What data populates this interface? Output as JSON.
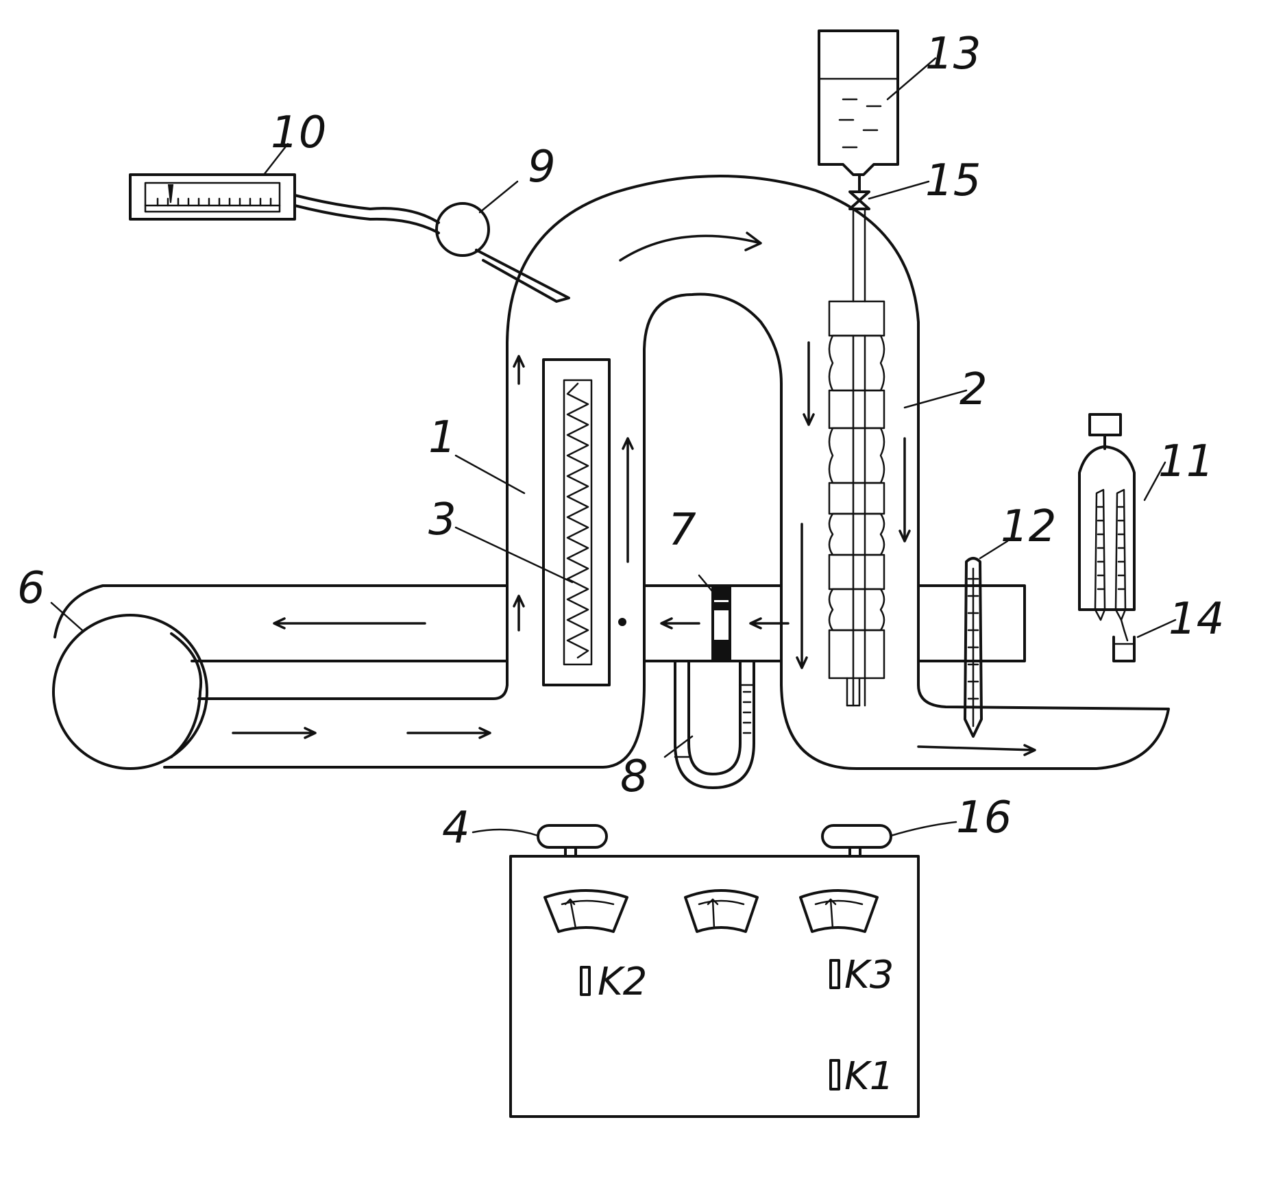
{
  "labels": {
    "l1": "1",
    "l2": "2",
    "l3": "3",
    "l4": "4",
    "l6": "6",
    "l7": "7",
    "l8": "8",
    "l9": "9",
    "l10": "10",
    "l11": "11",
    "l12": "12",
    "l13": "13",
    "l14": "14",
    "l15": "15",
    "l16": "16"
  },
  "panel": {
    "k1": "K1",
    "k2": "K2",
    "k3": "K3"
  }
}
